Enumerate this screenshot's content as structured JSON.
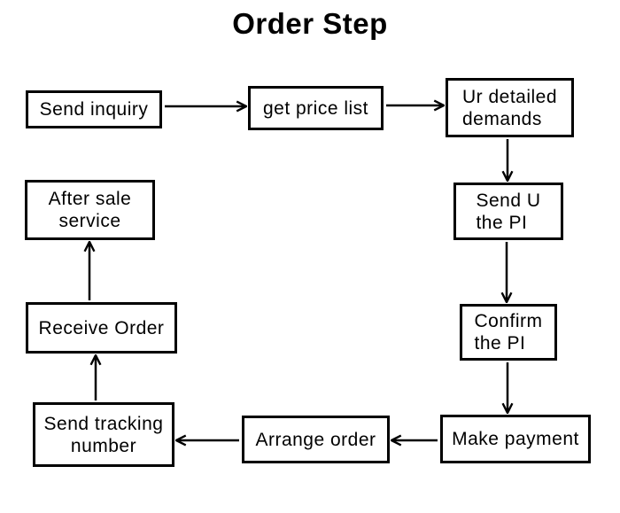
{
  "page": {
    "title": "Order Step"
  },
  "flowchart": {
    "type": "flowchart",
    "colors": {
      "background": "#ffffff",
      "box_border": "#000000",
      "text": "#000000",
      "arrow": "#000000"
    },
    "nodes": [
      {
        "id": "send-inquiry",
        "label": "Send inquiry"
      },
      {
        "id": "get-price-list",
        "label": "get price list"
      },
      {
        "id": "ur-detailed-demands",
        "label": "Ur detailed\ndemands"
      },
      {
        "id": "send-u-the-pi",
        "label": "Send U\nthe PI"
      },
      {
        "id": "confirm-the-pi",
        "label": "Confirm\nthe PI"
      },
      {
        "id": "make-payment",
        "label": "Make payment"
      },
      {
        "id": "arrange-order",
        "label": "Arrange order"
      },
      {
        "id": "send-tracking-number",
        "label": "Send tracking\nnumber"
      },
      {
        "id": "receive-order",
        "label": "Receive Order"
      },
      {
        "id": "after-sale-service",
        "label": "After sale\nservice"
      }
    ],
    "edges": [
      {
        "from": "send-inquiry",
        "to": "get-price-list"
      },
      {
        "from": "get-price-list",
        "to": "ur-detailed-demands"
      },
      {
        "from": "ur-detailed-demands",
        "to": "send-u-the-pi"
      },
      {
        "from": "send-u-the-pi",
        "to": "confirm-the-pi"
      },
      {
        "from": "confirm-the-pi",
        "to": "make-payment"
      },
      {
        "from": "make-payment",
        "to": "arrange-order"
      },
      {
        "from": "arrange-order",
        "to": "send-tracking-number"
      },
      {
        "from": "send-tracking-number",
        "to": "receive-order"
      },
      {
        "from": "receive-order",
        "to": "after-sale-service"
      }
    ]
  }
}
